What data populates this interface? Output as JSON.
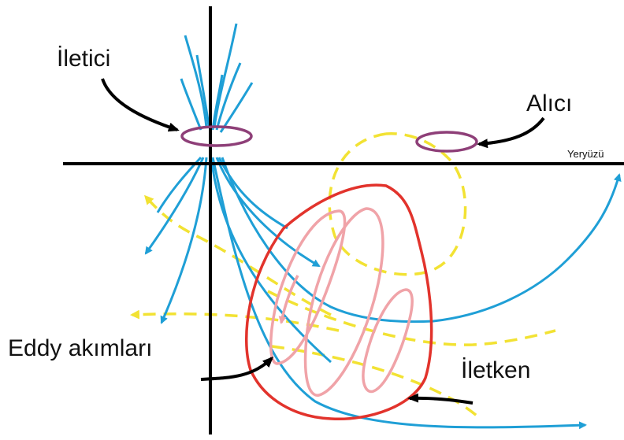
{
  "labels": {
    "transmitter": "İletici",
    "receiver": "Alıcı",
    "surface": "Yeryüzü",
    "eddy_currents": "Eddy akımları",
    "conductor": "İletken"
  },
  "colors": {
    "axis": "#000000",
    "loop": "#8e3f78",
    "primary_field": "#1f9fd6",
    "secondary_field": "#f2e233",
    "conductor_outline": "#e2332c",
    "eddy_loops": "#f0a3a8",
    "pointer_arrows": "#000000"
  }
}
